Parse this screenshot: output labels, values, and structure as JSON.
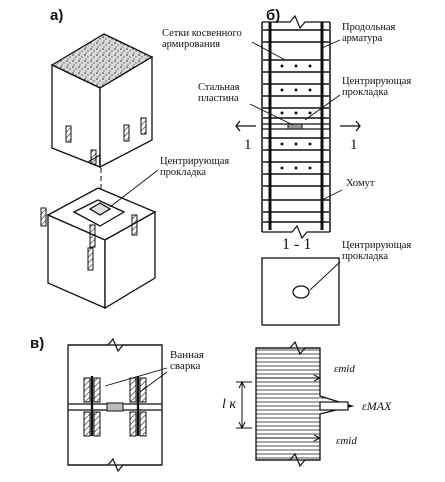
{
  "panels": {
    "a": "а)",
    "b": "б)",
    "v": "в)"
  },
  "labels": {
    "center_pad_a": "Центрирующая прокладка",
    "indirect_mesh": "Сетки косвенного армирования",
    "long_rebar": "Продольная арматура",
    "steel_plate": "Стальная пластина",
    "center_pad_b": "Центрирующая прокладка",
    "tie": "Хомут",
    "section_marker": "1",
    "section_title": "1 - 1",
    "center_pad_c": "Центрирующая прокладка",
    "bath_weld": "Ванная сварка",
    "l_k": "l к",
    "eps_mid_top": "εmid",
    "eps_max": "εMAX",
    "eps_mid_bot": "εmid"
  }
}
